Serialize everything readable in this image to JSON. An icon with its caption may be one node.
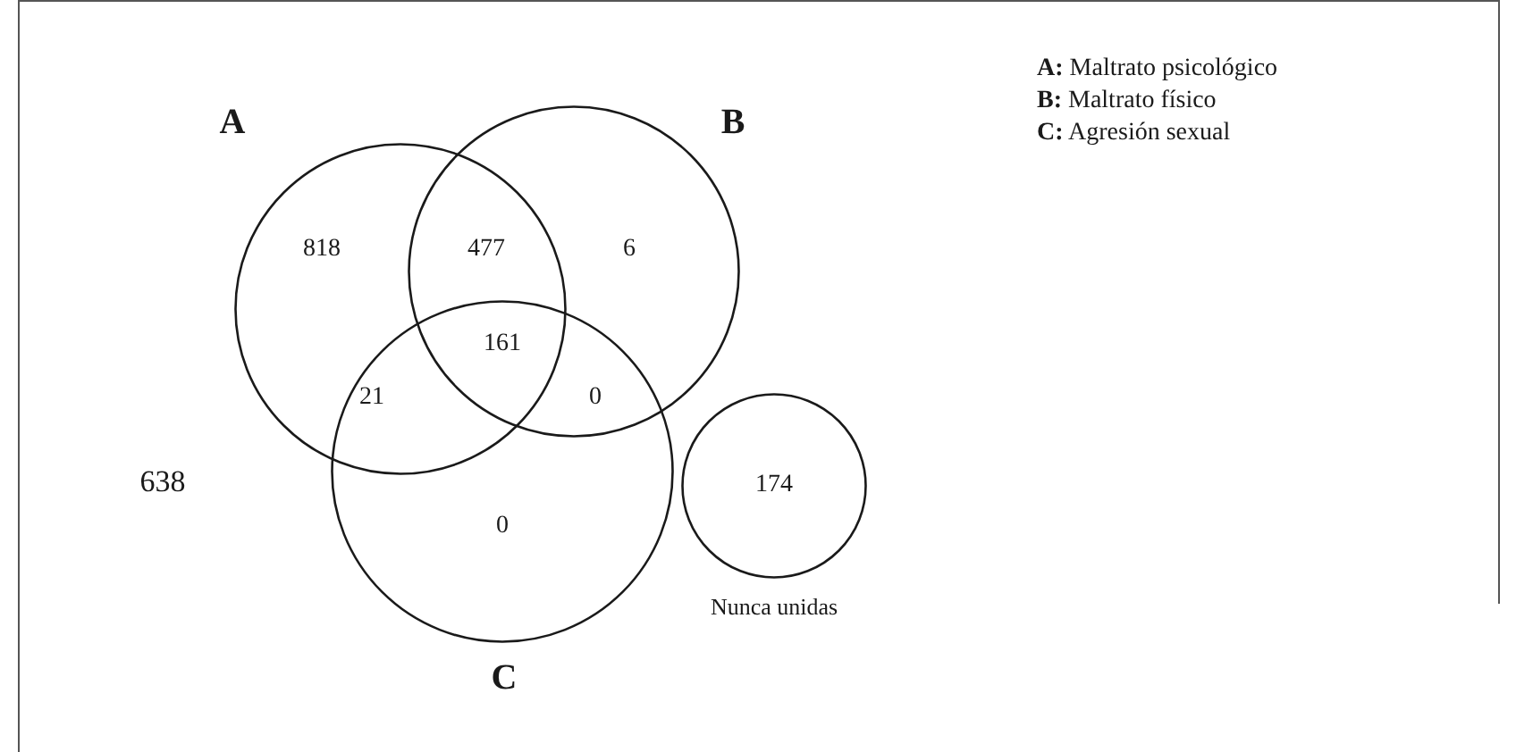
{
  "diagram": {
    "nodes": [
      {
        "text": [
          "A"
        ]
      },
      {
        "text": [
          "B"
        ]
      },
      {
        "text": [
          "C"
        ]
      },
      {
        "text": [
          "174"
        ],
        "beside": [
          "Nunca unidas"
        ]
      }
    ],
    "edges": [],
    "labels": [
      "**A:** Maltrato psicológico",
      "**B:** Maltrato físico",
      "**C:** Agresión sexual",
      "818",
      "477",
      "6",
      "161",
      "21",
      "0",
      "0",
      "638"
    ]
  }
}
